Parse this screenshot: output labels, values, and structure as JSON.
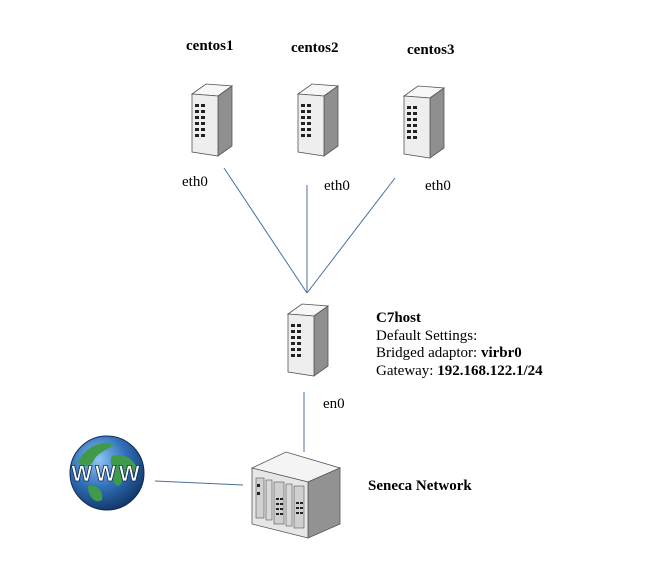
{
  "servers": [
    {
      "name": "centos1",
      "interface": "eth0"
    },
    {
      "name": "centos2",
      "interface": "eth0"
    },
    {
      "name": "centos3",
      "interface": "eth0"
    }
  ],
  "host": {
    "name": "C7host",
    "interface": "en0",
    "settings_label": "Default Settings:",
    "bridge_label": "Bridged adaptor:",
    "bridge_value": "virbr0",
    "gateway_label": "Gateway:",
    "gateway_value": "192.168.122.1/24"
  },
  "network": {
    "name": "Seneca Network"
  },
  "internet": {
    "icon": "www-globe-icon",
    "text": "WWW"
  },
  "colors": {
    "link": "#4a6f9c",
    "server_light": "#f2f2f2",
    "server_dark": "#9a9a9a",
    "ocean": "#2f6fb8",
    "land": "#3f9a4a"
  }
}
